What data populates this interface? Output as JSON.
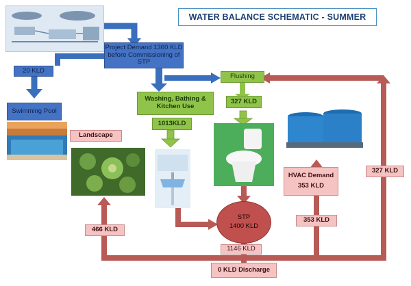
{
  "diagram": {
    "title": "WATER BALANCE SCHEMATIC - SUMMER",
    "nodes": {
      "project_demand": "Project Demand 1360 KLD before Commissioning of STP",
      "pool_feed": "20 KLD",
      "swimming_pool": "Swimming Pool",
      "landscape": "Landscape",
      "washing": "Washing, Bathing & Kitchen Use",
      "washing_flow": "1013KLD",
      "flushing": "Flushing",
      "flushing_flow": "327 KLD",
      "hvac": "HVAC Demand",
      "hvac_flow": "353 KLD",
      "stp_title": "STP",
      "stp_value": "1400 KLD",
      "landscape_return": "466 KLD",
      "hvac_return": "353 KLD",
      "flushing_return": "327 KLD",
      "stp_outflow": "1146 KLD",
      "discharge": "0 KLD Discharge"
    },
    "colors": {
      "blue_arrow": "#3a6fbd",
      "green_arrow": "#8fc34a",
      "red_arrow": "#b85a55"
    }
  }
}
